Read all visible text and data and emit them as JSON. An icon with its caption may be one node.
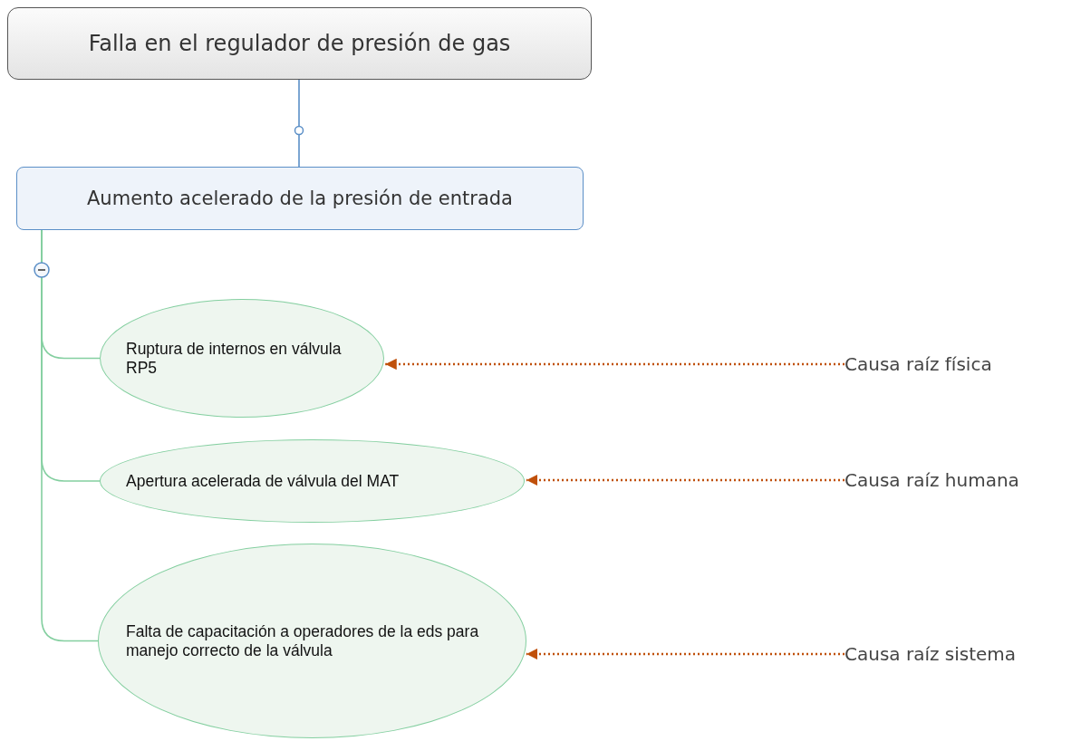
{
  "diagram": {
    "nodes": [
      {
        "text": [
          "Falla en el regulador de presión de gas"
        ]
      },
      {
        "text": [
          "Aumento acelerado de la presión de entrada"
        ]
      },
      {
        "text": [
          "Ruptura de internos en válvula RP5"
        ]
      },
      {
        "text": [
          "Apertura acelerada de válvula del MAT"
        ]
      },
      {
        "text": [
          "Falta de capacitación a operadores de la eds para manejo correcto de la válvula"
        ]
      },
      {
        "text": [
          "Causa raíz física"
        ]
      },
      {
        "text": [
          "Causa raíz humana"
        ]
      },
      {
        "text": [
          "Causa raíz sistema"
        ]
      }
    ],
    "edges": [
      {
        "from": 0,
        "to": 1,
        "arrow": "none",
        "color": "#5b8fc7"
      },
      {
        "from": 1,
        "to": 2,
        "arrow": "none",
        "color": "#84cfa0"
      },
      {
        "from": 1,
        "to": 3,
        "arrow": "none",
        "color": "#84cfa0"
      },
      {
        "from": 1,
        "to": 4,
        "arrow": "none",
        "color": "#84cfa0"
      },
      {
        "from": 5,
        "to": 2,
        "arrow": "to",
        "style": "dashed",
        "color": "#c0500a"
      },
      {
        "from": 6,
        "to": 3,
        "arrow": "to",
        "style": "dashed",
        "color": "#c0500a"
      },
      {
        "from": 7,
        "to": 4,
        "arrow": "to",
        "style": "dashed",
        "color": "#c0500a"
      }
    ]
  }
}
